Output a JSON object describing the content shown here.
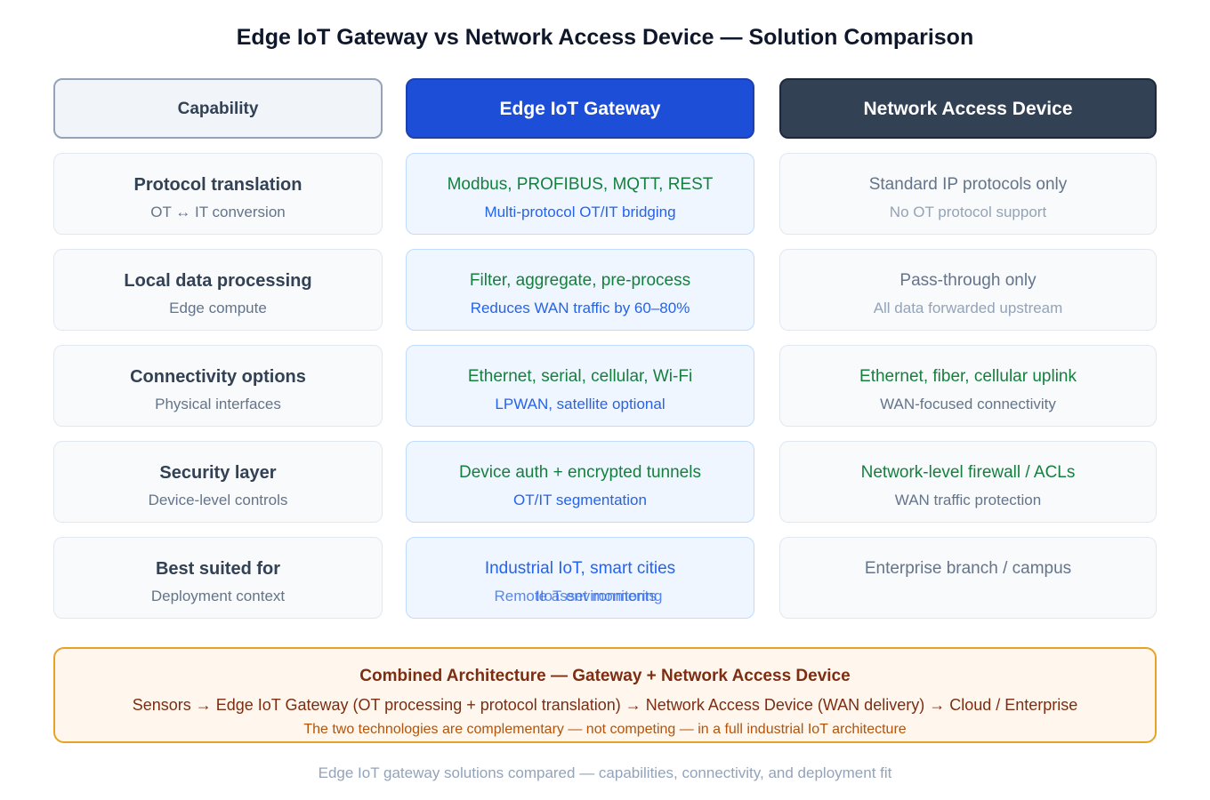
{
  "title": "Edge IoT Gateway vs Network Access Device — Solution Comparison",
  "headers": {
    "capability": "Capability",
    "gateway": "Edge IoT Gateway",
    "nad": "Network Access Device"
  },
  "rows": [
    {
      "capability": "Protocol translation",
      "capability_sub": "OT ↔ IT conversion",
      "gateway": "Modbus, PROFIBUS, MQTT, REST",
      "gateway_sub": "Multi-protocol OT/IT bridging",
      "nad": "Standard IP protocols only",
      "nad_sub": "No OT protocol support"
    },
    {
      "capability": "Local data processing",
      "capability_sub": "Edge compute",
      "gateway": "Filter, aggregate, pre-process",
      "gateway_sub": "Reduces WAN traffic by 60–80%",
      "nad": "Pass-through only",
      "nad_sub": "All data forwarded upstream"
    },
    {
      "capability": "Connectivity options",
      "capability_sub": "Physical interfaces",
      "gateway": "Ethernet, serial, cellular, Wi-Fi",
      "gateway_sub": "LPWAN, satellite optional",
      "nad": "Ethernet, fiber, cellular uplink",
      "nad_sub": "WAN-focused connectivity"
    },
    {
      "capability": "Security layer",
      "capability_sub": "Device-level controls",
      "gateway": "Device auth + encrypted tunnels",
      "gateway_sub": "OT/IT segmentation",
      "nad": "Network-level firewall / ACLs",
      "nad_sub": "WAN traffic protection"
    },
    {
      "capability": "Best suited for",
      "capability_sub": "Deployment context",
      "gateway": "Industrial IoT, smart cities",
      "gateway_sub_a": "Remote asset monitoring",
      "gateway_sub_b": "IIoT environments",
      "nad": "Enterprise branch / campus"
    }
  ],
  "combined": {
    "title": "Combined Architecture — Gateway + Network Access Device",
    "flow": "Sensors → Edge IoT Gateway (OT processing + protocol translation) → Network Access Device (WAN delivery) → Cloud / Enterprise",
    "note": "The two technologies are complementary — not competing — in a full industrial IoT architecture"
  },
  "footer": "Edge IoT gateway solutions compared — capabilities, connectivity, and deployment fit"
}
